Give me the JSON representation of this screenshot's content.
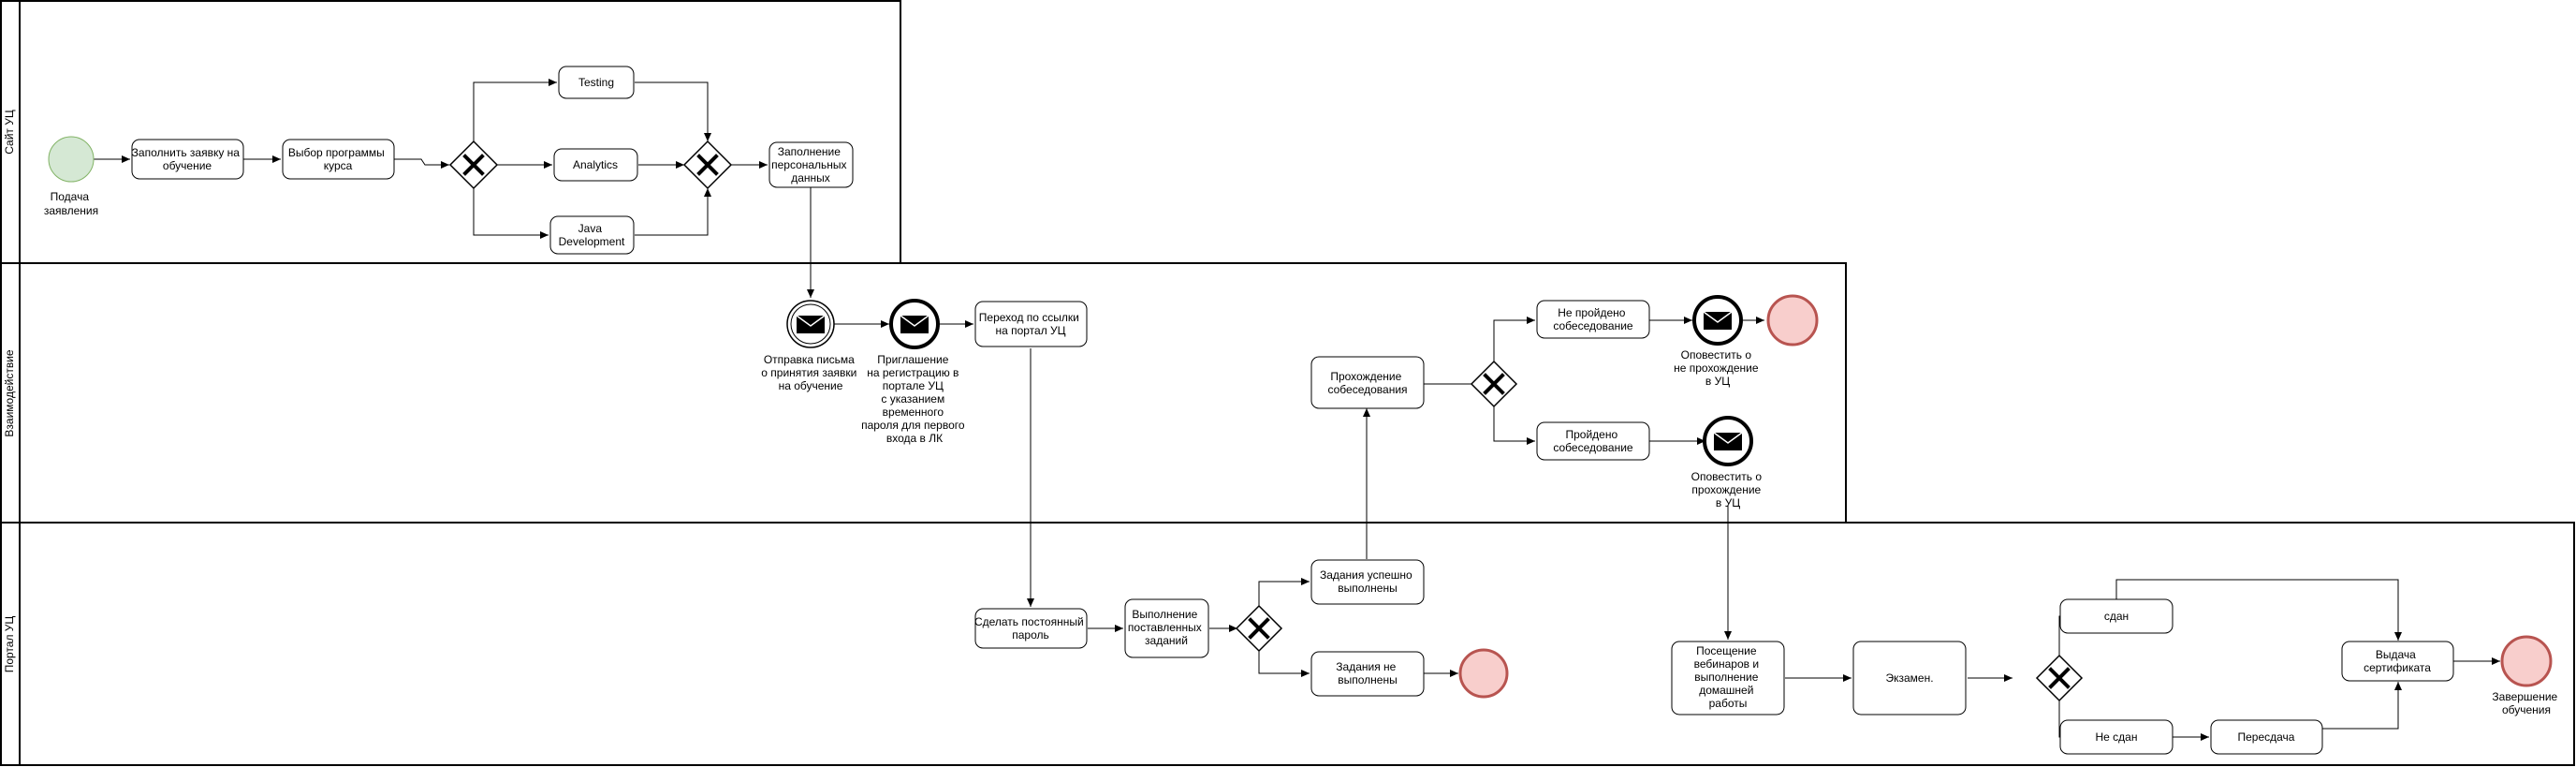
{
  "lanes": [
    {
      "id": "site",
      "title": "Сайт УЦ"
    },
    {
      "id": "interaction",
      "title": "Взаимодействие"
    },
    {
      "id": "portal",
      "title": "Портал УЦ"
    }
  ],
  "nodes": {
    "start_event": {
      "label": [
        "Подача",
        "заявления"
      ]
    },
    "task_fill_application": {
      "label": [
        "Заполнить заявку на",
        "обучение"
      ]
    },
    "task_choose_program": {
      "label": [
        "Выбор программы",
        "курса"
      ]
    },
    "task_testing": {
      "label": [
        "Testing"
      ]
    },
    "task_analytics": {
      "label": [
        "Analytics"
      ]
    },
    "task_java": {
      "label": [
        "Java",
        "Development"
      ]
    },
    "task_personal_data": {
      "label": [
        "Заполнение",
        "персональных",
        "данных"
      ]
    },
    "msg_send_letter": {
      "label": [
        "Отправка письма",
        "о принятия заявки",
        "на обучение"
      ]
    },
    "msg_invitation": {
      "label": [
        "Приглашение",
        "на регистрацию в",
        "портале УЦ",
        "с указанием",
        "временного",
        "пароля для первого",
        "входа в ЛК"
      ]
    },
    "task_follow_link": {
      "label": [
        "Переход по ссылки",
        "на портал УЦ"
      ]
    },
    "task_interview": {
      "label": [
        "Прохождение",
        "собеседования"
      ]
    },
    "task_interview_failed": {
      "label": [
        "Не пройдено",
        "собеседование"
      ]
    },
    "task_interview_passed": {
      "label": [
        "Пройдено",
        "собеседование"
      ]
    },
    "msg_notify_fail": {
      "label": [
        "Оповестить о",
        "не прохождение",
        "в УЦ"
      ]
    },
    "msg_notify_pass": {
      "label": [
        "Оповестить о",
        "прохождение",
        "в УЦ"
      ]
    },
    "task_permanent_password": {
      "label": [
        "Сделать постоянный",
        "пароль"
      ]
    },
    "task_do_assignments": {
      "label": [
        "Выполнение",
        "поставленных",
        "заданий"
      ]
    },
    "task_assignments_success": {
      "label": [
        "Задания успешно",
        "выполнены"
      ]
    },
    "task_assignments_failed": {
      "label": [
        "Задания не",
        "выполнены"
      ]
    },
    "task_webinars": {
      "label": [
        "Посещение",
        "вебинаров и",
        "выполнение",
        "домашней",
        "работы"
      ]
    },
    "task_exam": {
      "label": [
        "Экзамен."
      ]
    },
    "task_passed": {
      "label": [
        "сдан"
      ]
    },
    "task_not_passed": {
      "label": [
        "Не сдан"
      ]
    },
    "task_retake": {
      "label": [
        "Пересдача"
      ]
    },
    "task_certificate": {
      "label": [
        "Выдача",
        "сертификата"
      ]
    },
    "end_training": {
      "label": [
        "Завершение",
        "обучения"
      ]
    }
  }
}
